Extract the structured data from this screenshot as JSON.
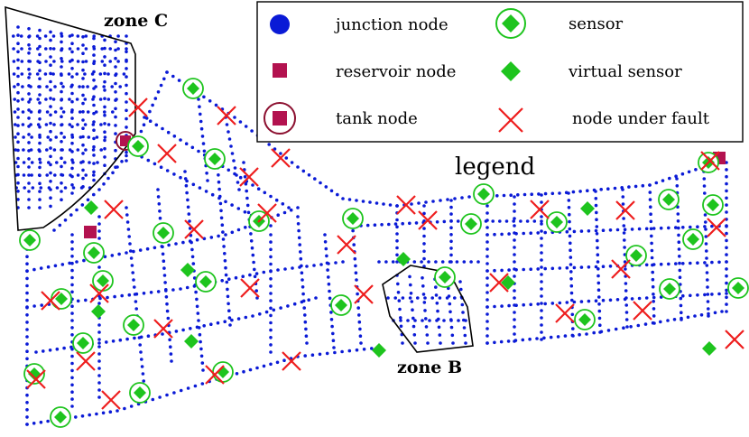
{
  "colors": {
    "junction": "#0a1ad6",
    "reservoir": "#b3124f",
    "tank": "#8c1030",
    "sensor_fill": "#1ec41e",
    "sensor_ring": "#1ec41e",
    "fault": "#ee1d1d",
    "zone_outline": "#000000",
    "text": "#000000"
  },
  "legend": {
    "title": "legend",
    "items": [
      {
        "label": "junction node",
        "icon": "blue-dot-icon"
      },
      {
        "label": "reservoir node",
        "icon": "reservoir-square-icon"
      },
      {
        "label": "tank node",
        "icon": "tank-circle-icon"
      },
      {
        "label": "sensor",
        "icon": "sensor-ringed-diamond-icon"
      },
      {
        "label": "virtual sensor",
        "icon": "virtual-sensor-diamond-icon"
      },
      {
        "label": "node under fault",
        "icon": "fault-cross-icon"
      }
    ]
  },
  "zones": [
    {
      "label": "zone C"
    },
    {
      "label": "zone B"
    }
  ]
}
